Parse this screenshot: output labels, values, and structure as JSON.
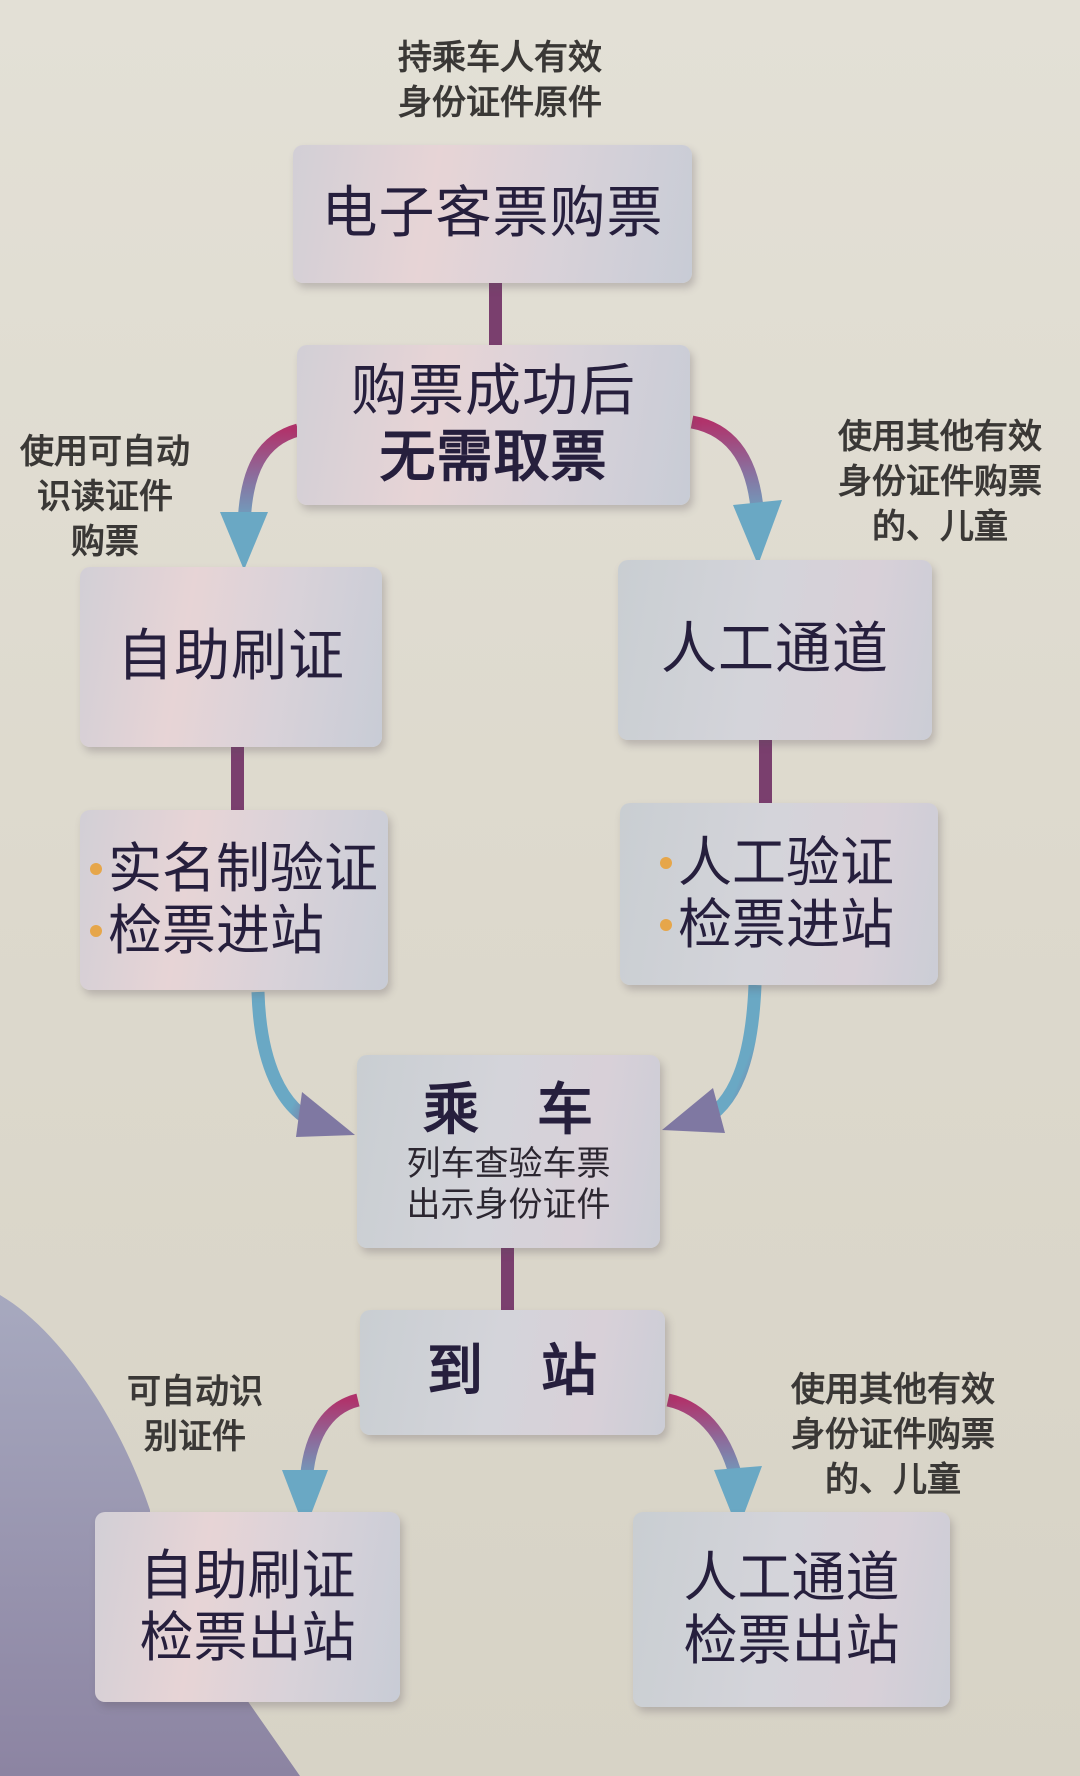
{
  "colors": {
    "background": "#ddd9cd",
    "connector": "#7a3f6e",
    "arrow_start": "#b0336b",
    "arrow_end": "#6aa8c4",
    "bullet": "#e6a64a",
    "deco_shape": "#8e8aa6"
  },
  "top_note": {
    "lines": [
      "持乘车人有效",
      "身份证件原件"
    ]
  },
  "nodes": {
    "buy_ticket": {
      "label": "电子客票购票"
    },
    "no_pickup": {
      "lines": [
        "购票成功后",
        "无需取票"
      ]
    },
    "self_service_entry": {
      "label": "自助刷证"
    },
    "self_service_verify": {
      "bullets": [
        "实名制验证",
        "检票进站"
      ]
    },
    "manual_entry": {
      "label": "人工通道"
    },
    "manual_verify": {
      "bullets": [
        "人工验证",
        "检票进站"
      ]
    },
    "boarding": {
      "title": "乘　车",
      "lines": [
        "列车查验车票",
        "出示身份证件"
      ]
    },
    "arrival": {
      "label": "到　站"
    },
    "self_service_exit": {
      "lines": [
        "自助刷证",
        "检票出站"
      ]
    },
    "manual_exit": {
      "lines": [
        "人工通道",
        "检票出站"
      ]
    }
  },
  "edge_labels": {
    "left_entry": {
      "lines": [
        "使用可自动",
        "识读证件",
        "购票"
      ]
    },
    "right_entry": {
      "lines": [
        "使用其他有效",
        "身份证件购票",
        "的、儿童"
      ]
    },
    "left_exit": {
      "lines": [
        "可自动识",
        "别证件"
      ]
    },
    "right_exit": {
      "lines": [
        "使用其他有效",
        "身份证件购票",
        "的、儿童"
      ]
    }
  },
  "icons": {
    "arrow_left_entry": "curved-arrow-down-left",
    "arrow_right_entry": "curved-arrow-down-right",
    "arrow_left_board": "curved-arrow-down-right",
    "arrow_right_board": "curved-arrow-down-left",
    "arrow_left_exit": "curved-arrow-down-left",
    "arrow_right_exit": "curved-arrow-down-right"
  }
}
